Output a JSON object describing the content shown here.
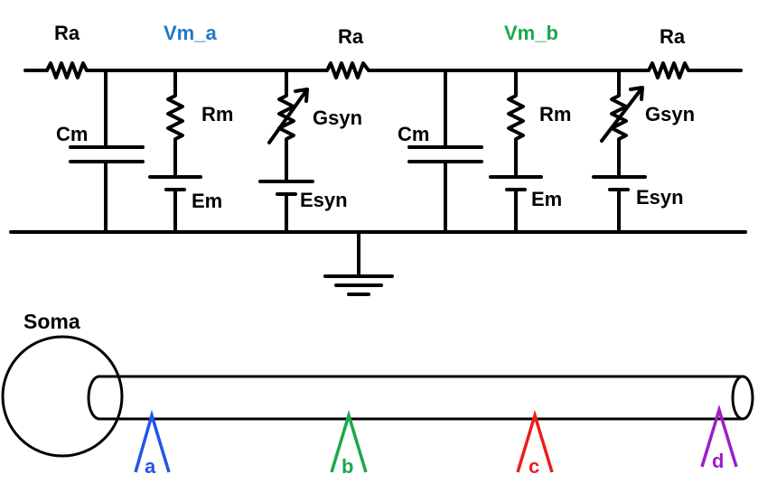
{
  "circuit": {
    "labels": {
      "ra": "Ra",
      "cm": "Cm",
      "rm": "Rm",
      "gsyn": "Gsyn",
      "em": "Em",
      "esyn": "Esyn",
      "vm_a": "Vm_a",
      "vm_b": "Vm_b"
    },
    "colors": {
      "vm_a": "#1f77c8",
      "vm_b": "#1aa84a",
      "line": "#000000"
    }
  },
  "neuron": {
    "soma_label": "Soma",
    "electrodes": [
      {
        "label": "a",
        "color": "#2255e6"
      },
      {
        "label": "b",
        "color": "#1aa84a"
      },
      {
        "label": "c",
        "color": "#ee1c1c"
      },
      {
        "label": "d",
        "color": "#9b1fc8"
      }
    ]
  }
}
